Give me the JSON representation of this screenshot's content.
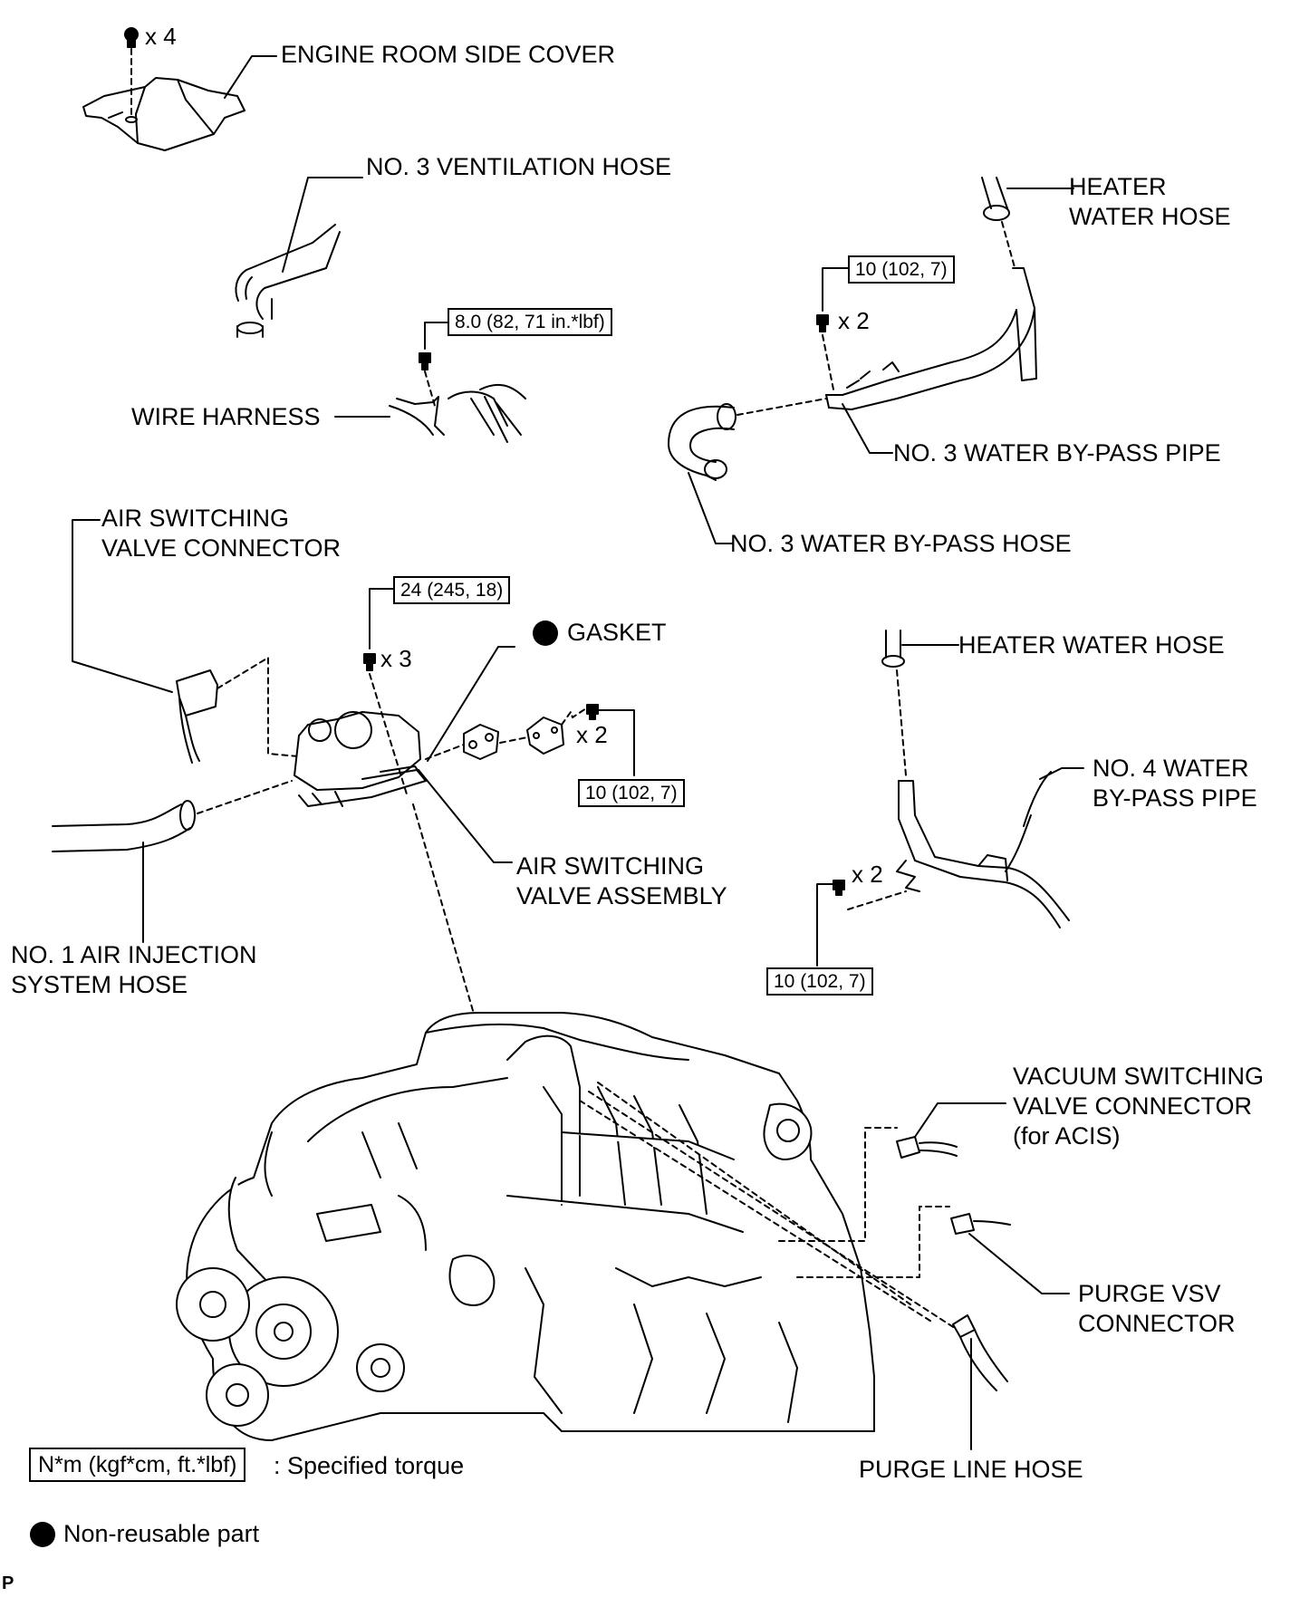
{
  "labels": {
    "engine_room_side_cover": "ENGINE ROOM SIDE COVER",
    "no3_ventilation_hose": "NO. 3 VENTILATION HOSE",
    "heater_water_hose_top": [
      "HEATER",
      "WATER HOSE"
    ],
    "wire_harness": "WIRE HARNESS",
    "no3_water_bypass_pipe": "NO. 3 WATER BY-PASS PIPE",
    "no3_water_bypass_hose": "NO. 3 WATER BY-PASS HOSE",
    "air_switching_valve_connector": [
      "AIR SWITCHING",
      "VALVE CONNECTOR"
    ],
    "gasket": "GASKET",
    "heater_water_hose_mid": "HEATER WATER HOSE",
    "air_switching_valve_assembly": [
      "AIR SWITCHING",
      "VALVE ASSEMBLY"
    ],
    "no4_water_bypass_pipe": [
      "NO. 4 WATER",
      "BY-PASS PIPE"
    ],
    "no1_air_injection_system_hose": [
      "NO. 1 AIR INJECTION",
      "SYSTEM HOSE"
    ],
    "vacuum_switching_valve_connector": [
      "VACUUM SWITCHING",
      "VALVE CONNECTOR",
      "(for ACIS)"
    ],
    "purge_vsv_connector": [
      "PURGE VSV",
      "CONNECTOR"
    ],
    "purge_line_hose": "PURGE LINE HOSE"
  },
  "torques": {
    "wire_harness_bolt": "8.0 (82, 71 in.*lbf)",
    "no3_pipe_bolt": "10 (102, 7)",
    "asv_bolt": "24 (245, 18)",
    "asv_side_bolt": "10 (102, 7)",
    "no4_pipe_bolt": "10 (102, 7)"
  },
  "quantities": {
    "cover_clips": "x 4",
    "no3_pipe_bolts": "x 2",
    "asv_bolts": "x 3",
    "asv_side_bolts": "x 2",
    "no4_pipe_bolts": "x 2"
  },
  "legend": {
    "torque_unit": "N*m (kgf*cm, ft.*lbf)",
    "torque_text": ": Specified torque",
    "nonreusable_text": "Non-reusable part"
  },
  "corner_mark": "P",
  "colors": {
    "ink": "#000000",
    "paper": "#ffffff"
  }
}
